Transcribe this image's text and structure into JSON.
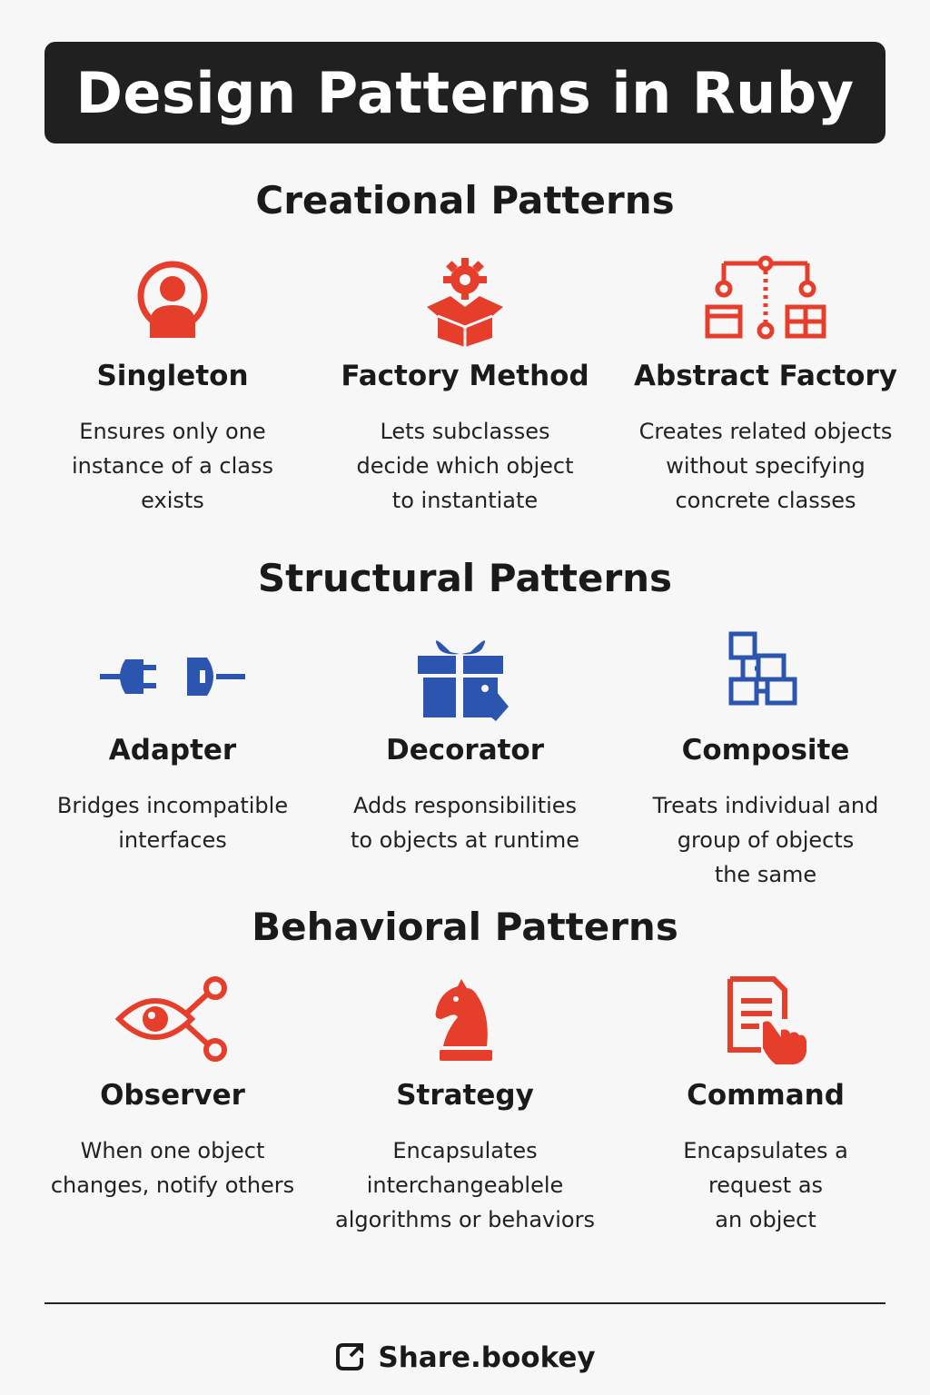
{
  "title": "Design Patterns in Ruby",
  "colors": {
    "red": "#e53e2b",
    "blue": "#2c55b0",
    "title_bg": "#202020"
  },
  "sections": [
    {
      "title": "Creational Patterns",
      "items": [
        {
          "name": "Singleton",
          "icon": "person-circle-icon",
          "desc": [
            "Ensures only one",
            "instance of a class",
            "exists"
          ]
        },
        {
          "name": "Factory Method",
          "icon": "gear-box-icon",
          "desc": [
            "Lets subclasses",
            "decide which object",
            "to instantiate"
          ]
        },
        {
          "name": "Abstract Factory",
          "icon": "hierarchy-grid-icon",
          "desc": [
            "Creates related objects",
            "without specifying",
            "concrete classes"
          ]
        }
      ]
    },
    {
      "title": "Structural Patterns",
      "items": [
        {
          "name": "Adapter",
          "icon": "plug-socket-icon",
          "desc": [
            "Bridges incompatible",
            "interfaces"
          ]
        },
        {
          "name": "Decorator",
          "icon": "gift-tag-icon",
          "desc": [
            "Adds responsibilities",
            "to objects at runtime"
          ]
        },
        {
          "name": "Composite",
          "icon": "tree-boxes-icon",
          "desc": [
            "Treats individual and",
            "group of objects",
            "the same"
          ]
        }
      ]
    },
    {
      "title": "Behavioral Patterns",
      "items": [
        {
          "name": "Observer",
          "icon": "eye-network-icon",
          "desc": [
            "When one object",
            "changes, notify others"
          ]
        },
        {
          "name": "Strategy",
          "icon": "chess-knight-icon",
          "desc": [
            "Encapsulates",
            "interchangeablele",
            "algorithms or behaviors"
          ]
        },
        {
          "name": "Command",
          "icon": "document-hand-icon",
          "desc": [
            "Encapsulates a",
            "request as",
            "an object"
          ]
        }
      ]
    }
  ],
  "footer": {
    "brand": "Share.bookey",
    "icon": "share-icon"
  }
}
